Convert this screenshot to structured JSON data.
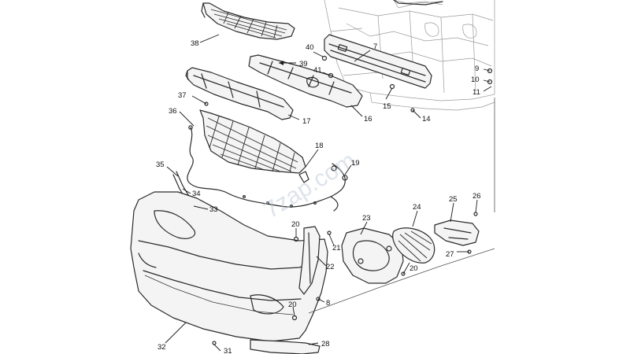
{
  "diagram": {
    "watermark": "7zap.com",
    "callouts": [
      {
        "id": "38",
        "label": "38"
      },
      {
        "id": "40",
        "label": "40"
      },
      {
        "id": "7",
        "label": "7"
      },
      {
        "id": "39",
        "label": "39"
      },
      {
        "id": "41",
        "label": "41"
      },
      {
        "id": "9",
        "label": "9"
      },
      {
        "id": "10",
        "label": "10"
      },
      {
        "id": "11",
        "label": "11"
      },
      {
        "id": "37",
        "label": "37"
      },
      {
        "id": "15",
        "label": "15"
      },
      {
        "id": "14",
        "label": "14"
      },
      {
        "id": "17",
        "label": "17"
      },
      {
        "id": "16",
        "label": "16"
      },
      {
        "id": "36",
        "label": "36"
      },
      {
        "id": "18",
        "label": "18"
      },
      {
        "id": "19",
        "label": "19"
      },
      {
        "id": "35",
        "label": "35"
      },
      {
        "id": "34",
        "label": "34"
      },
      {
        "id": "33",
        "label": "33"
      },
      {
        "id": "23",
        "label": "23"
      },
      {
        "id": "24",
        "label": "24"
      },
      {
        "id": "25",
        "label": "25"
      },
      {
        "id": "26",
        "label": "26"
      },
      {
        "id": "20a",
        "label": "20"
      },
      {
        "id": "21",
        "label": "21"
      },
      {
        "id": "22",
        "label": "22"
      },
      {
        "id": "20b",
        "label": "20"
      },
      {
        "id": "27",
        "label": "27"
      },
      {
        "id": "20c",
        "label": "20"
      },
      {
        "id": "8",
        "label": "8"
      },
      {
        "id": "32",
        "label": "32"
      },
      {
        "id": "31",
        "label": "31"
      },
      {
        "id": "28",
        "label": "28"
      }
    ]
  }
}
